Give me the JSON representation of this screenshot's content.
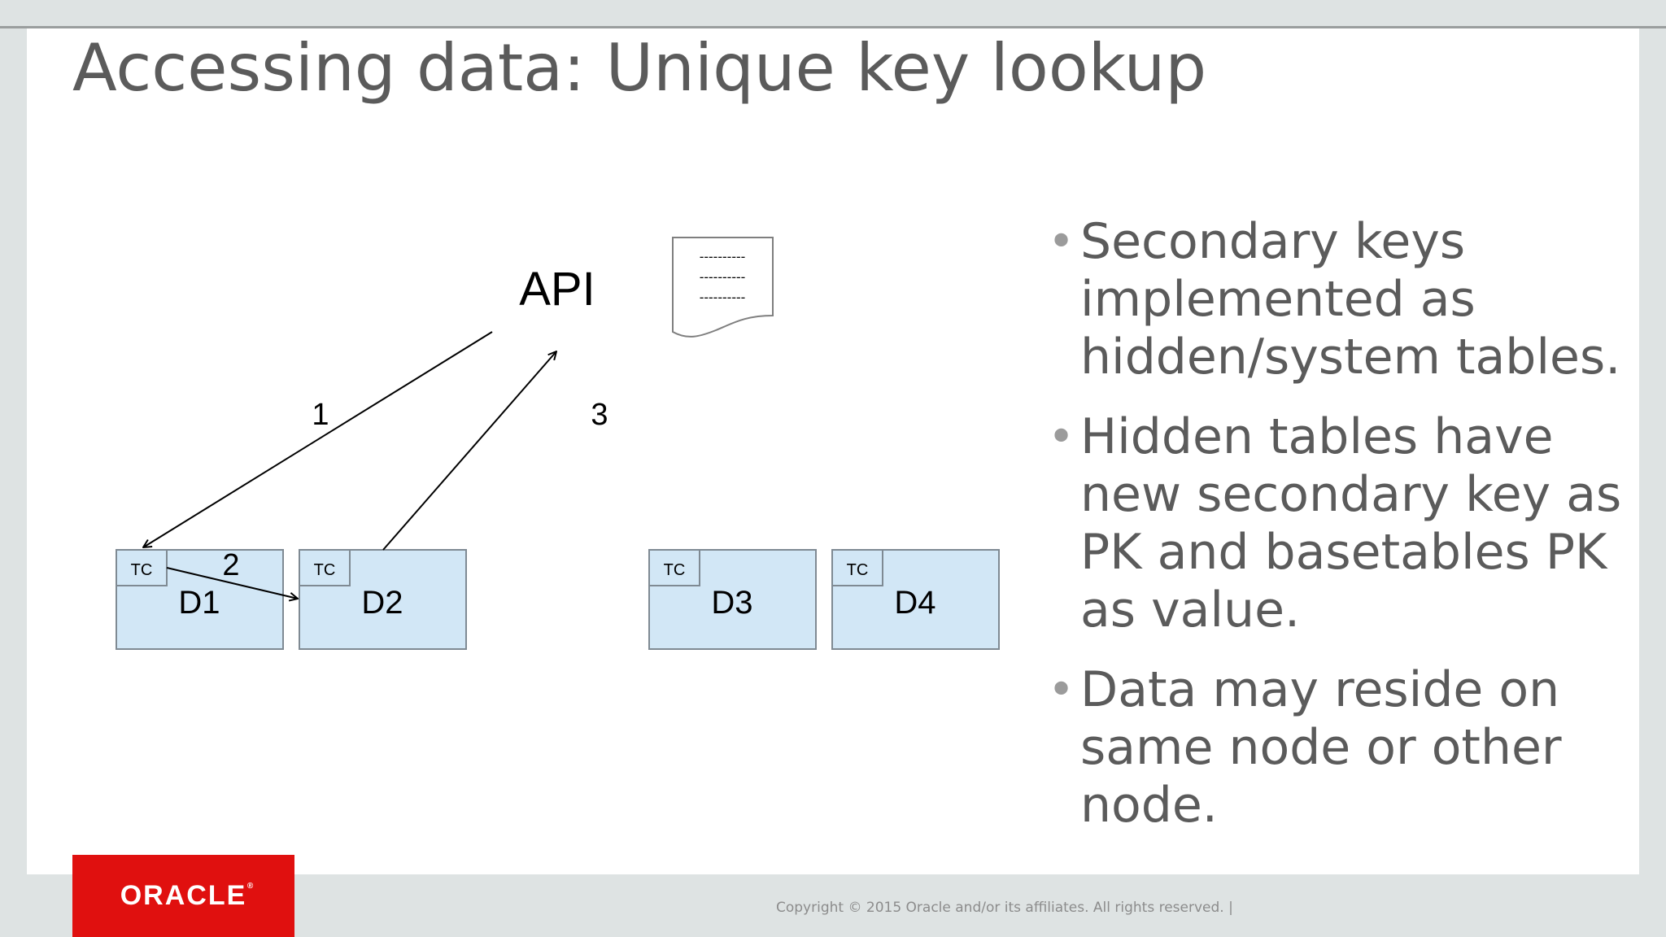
{
  "slide": {
    "title": "Accessing data: Unique key lookup",
    "diagram": {
      "api_label": "API",
      "document_lines": [
        "----------",
        "----------",
        "----------"
      ],
      "step_labels": [
        "1",
        "2",
        "3"
      ],
      "nodes": [
        {
          "name": "D1",
          "tc": "TC"
        },
        {
          "name": "D2",
          "tc": "TC"
        },
        {
          "name": "D3",
          "tc": "TC"
        },
        {
          "name": "D4",
          "tc": "TC"
        }
      ]
    },
    "bullets": [
      "Secondary keys implemented as hidden/system tables.",
      "Hidden tables have new secondary key as PK and basetables PK as value.",
      "Data may reside on same node or other node."
    ],
    "bullet_glyph": "•"
  },
  "footer": {
    "copyright": "Copyright © 2015 Oracle and/or its affiliates. All rights reserved.  |",
    "logo_text": "ORACLE",
    "logo_mark": "®"
  },
  "colors": {
    "node_fill": "#d2e7f6",
    "node_stroke": "#7f8a93",
    "logo_red": "#e0100f",
    "text_gray": "#5b5b5b"
  }
}
